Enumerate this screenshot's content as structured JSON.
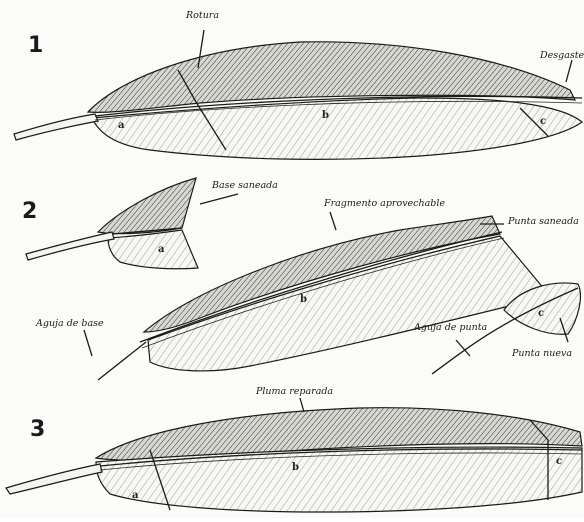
{
  "figures": [
    {
      "number": "1",
      "labels": {
        "break": "Rotura",
        "wear": "Desgaste"
      },
      "segments": [
        "a",
        "b",
        "c"
      ]
    },
    {
      "number": "2",
      "labels": {
        "clean_base": "Base saneada",
        "usable_fragment": "Fragmento aprovechable",
        "clean_tip": "Punta saneada",
        "base_needle": "Aguja de base",
        "tip_needle": "Aguja de punta",
        "new_tip": "Punta nueva"
      },
      "segments": [
        "a",
        "b",
        "c"
      ]
    },
    {
      "number": "3",
      "labels": {
        "repaired_feather": "Pluma reparada"
      },
      "segments": [
        "a",
        "b",
        "c"
      ]
    }
  ]
}
